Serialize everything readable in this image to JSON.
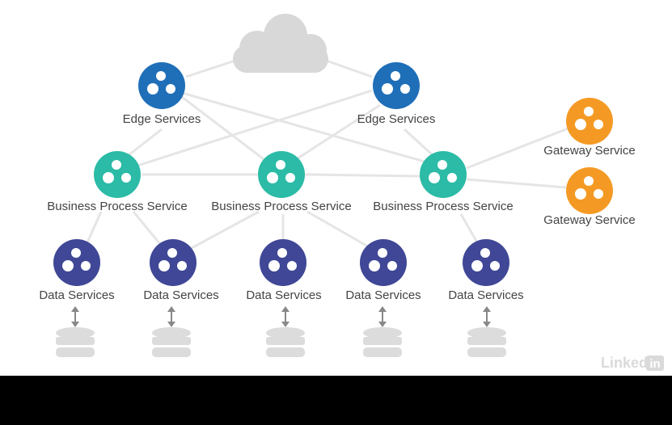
{
  "labels": {
    "edge": "Edge Services",
    "business": "Business Process Service",
    "gateway": "Gateway Service",
    "data": "Data Services"
  },
  "watermark": {
    "text1": "Linked",
    "text2": "in"
  },
  "colors": {
    "edge": "#1f6fb8",
    "business": "#2bbba6",
    "gateway": "#f49a24",
    "data": "#3f4796",
    "line": "#e5e5e5",
    "cloud": "#d8d8d8",
    "database": "#dcdcdc",
    "text": "#444444"
  }
}
